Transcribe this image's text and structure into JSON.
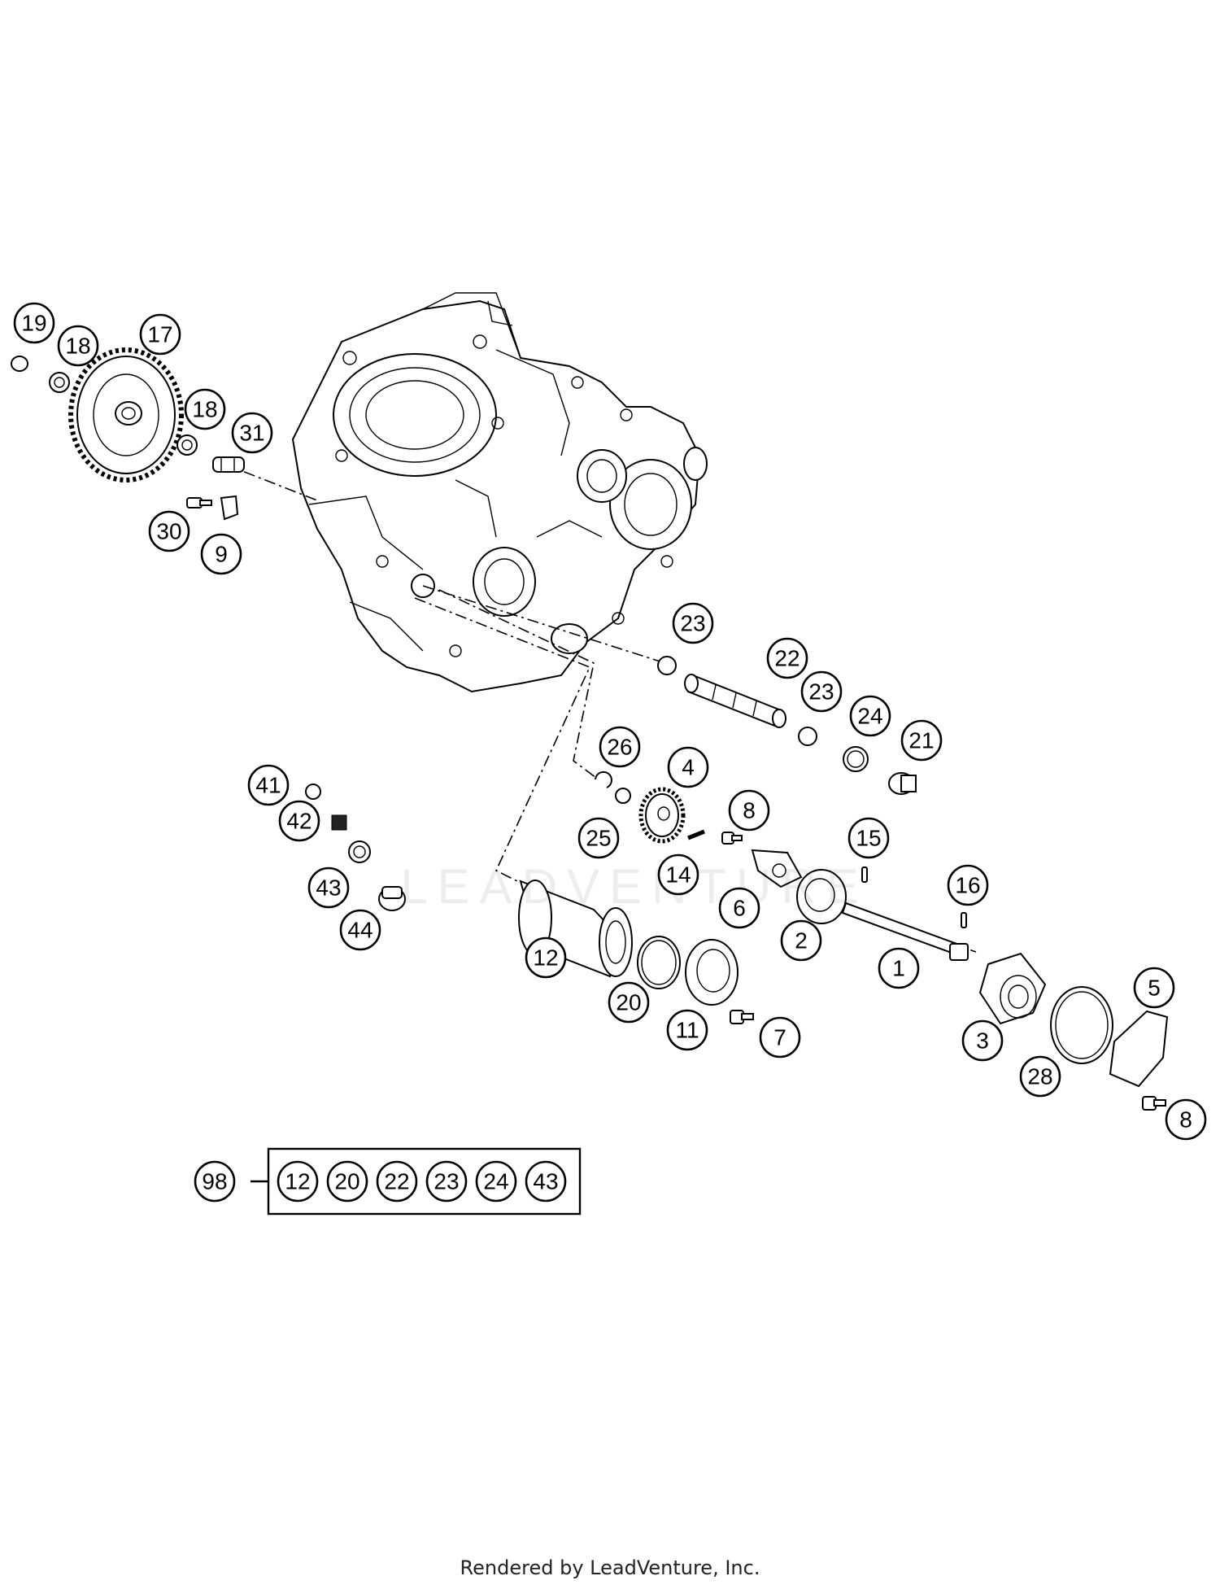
{
  "footer": "Rendered by LeadVenture, Inc.",
  "watermark": "LEADVENTURE",
  "callouts": {
    "c19": "19",
    "c18a": "18",
    "c17": "17",
    "c18b": "18",
    "c31": "31",
    "c30": "30",
    "c9": "9",
    "c23a": "23",
    "c22": "22",
    "c23b": "23",
    "c24": "24",
    "c21": "21",
    "c26": "26",
    "c4": "4",
    "c8a": "8",
    "c25": "25",
    "c14": "14",
    "c15": "15",
    "c6": "6",
    "c16": "16",
    "c41": "41",
    "c42": "42",
    "c43": "43",
    "c44": "44",
    "c2": "2",
    "c1": "1",
    "c12": "12",
    "c20": "20",
    "c11": "11",
    "c7": "7",
    "c3": "3",
    "c5": "5",
    "c28": "28",
    "c8b": "8"
  },
  "kit": {
    "number": "98",
    "items": [
      "12",
      "20",
      "22",
      "23",
      "24",
      "43"
    ]
  }
}
